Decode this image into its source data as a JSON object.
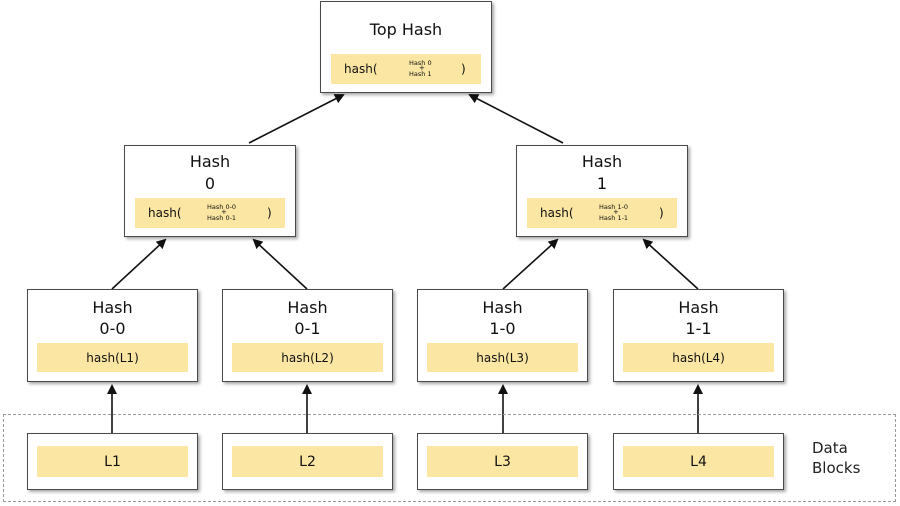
{
  "top": {
    "title": "Top Hash",
    "fn": "hash(",
    "arg1": "Hash 0",
    "plus": "+",
    "arg2": "Hash 1",
    "close": ")"
  },
  "mid": [
    {
      "title_line1": "Hash",
      "title_line2": "0",
      "fn": "hash(",
      "arg1": "Hash 0-0",
      "plus": "+",
      "arg2": "Hash 0-1",
      "close": ")"
    },
    {
      "title_line1": "Hash",
      "title_line2": "1",
      "fn": "hash(",
      "arg1": "Hash 1-0",
      "plus": "+",
      "arg2": "Hash 1-1",
      "close": ")"
    }
  ],
  "leaves_hash": [
    {
      "title_line1": "Hash",
      "title_line2": "0-0",
      "value": "hash(L1)"
    },
    {
      "title_line1": "Hash",
      "title_line2": "0-1",
      "value": "hash(L2)"
    },
    {
      "title_line1": "Hash",
      "title_line2": "1-0",
      "value": "hash(L3)"
    },
    {
      "title_line1": "Hash",
      "title_line2": "1-1",
      "value": "hash(L4)"
    }
  ],
  "data_blocks": {
    "label_line1": "Data",
    "label_line2": "Blocks",
    "items": [
      "L1",
      "L2",
      "L3",
      "L4"
    ]
  },
  "colors": {
    "strip": "#fbe6a3",
    "border": "#4a4a4a",
    "arrow": "#111111"
  }
}
